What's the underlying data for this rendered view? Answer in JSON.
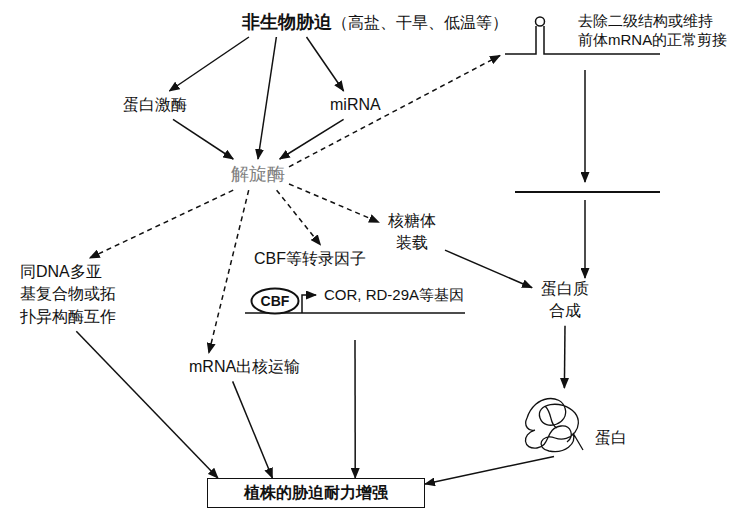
{
  "diagram": {
    "nodes": [
      {
        "text": [
          "非生物胁迫",
          "（高盐、干旱、低温等）"
        ]
      },
      {
        "text": [
          "蛋白激酶"
        ]
      },
      {
        "text": [
          "miRNA"
        ]
      },
      {
        "text": [
          "解旋酶"
        ]
      },
      {
        "text": [
          "去除二级结构或维持 前体mRNA的正常剪接"
        ]
      },
      {
        "text": [
          "核糖体 装载"
        ]
      },
      {
        "text": [
          "CBF等转录因子"
        ]
      },
      {
        "text": [
          "CBF"
        ],
        "in": 6
      },
      {
        "text": [
          "蛋白质 合成"
        ]
      },
      {
        "text": [
          "同DNA多亚 基复合物或拓 扑异构酶互作"
        ]
      },
      {
        "text": [
          "mRNA出核运输"
        ]
      },
      {
        "text": [
          "蛋白"
        ]
      },
      {
        "text": [
          "植株的胁迫耐力增强"
        ]
      }
    ],
    "edges": [
      {
        "from": 0,
        "to": 1,
        "arrow": "to"
      },
      {
        "from": 0,
        "to": 3,
        "arrow": "to"
      },
      {
        "from": 0,
        "to": 2,
        "arrow": "to"
      },
      {
        "from": 1,
        "to": 3,
        "arrow": "to"
      },
      {
        "from": 2,
        "to": 3,
        "arrow": "to"
      },
      {
        "from": 3,
        "to": 4,
        "arrow": "to"
      },
      {
        "from": 3,
        "to": 5,
        "arrow": "to"
      },
      {
        "from": 3,
        "to": 6,
        "arrow": "to"
      },
      {
        "from": 3,
        "to": 10,
        "arrow": "to"
      },
      {
        "from": 3,
        "to": 9,
        "arrow": "to"
      },
      {
        "from": 5,
        "to": 8,
        "arrow": "to"
      },
      {
        "from": 8,
        "to": 11,
        "arrow": "to"
      },
      {
        "from": 9,
        "to": 12,
        "arrow": "to"
      },
      {
        "from": 10,
        "to": 12,
        "arrow": "to"
      },
      {
        "from": 6,
        "to": 12,
        "arrow": "to"
      },
      {
        "from": 11,
        "to": 12,
        "arrow": "to"
      }
    ],
    "labels": [
      "COR, RD-29A等基因"
    ]
  }
}
